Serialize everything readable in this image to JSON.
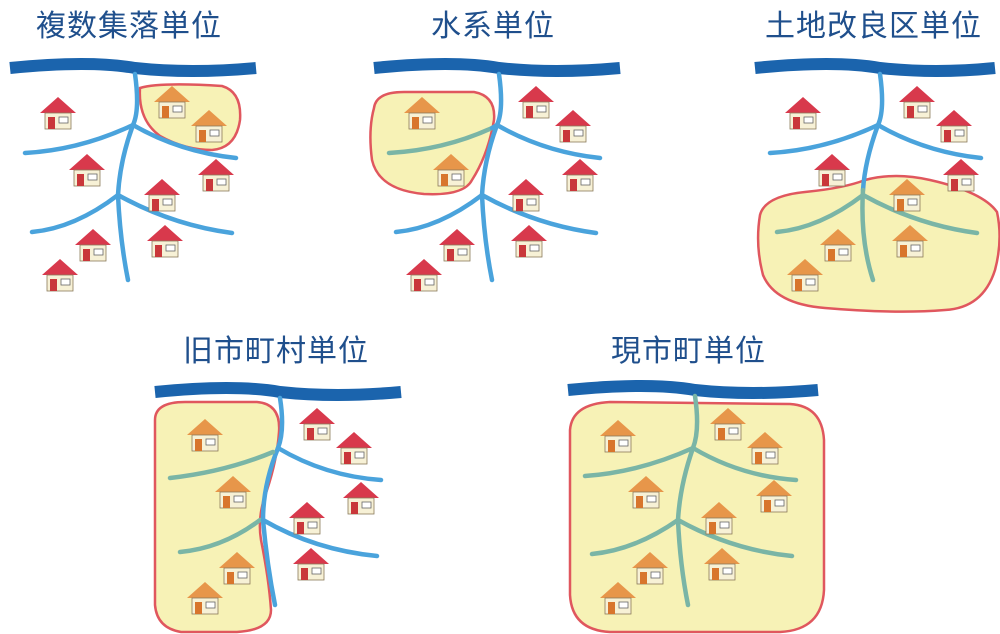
{
  "panels": [
    {
      "title": "複数集落単位"
    },
    {
      "title": "水系単位"
    },
    {
      "title": "土地改良区単位"
    },
    {
      "title": "旧市町村単位"
    },
    {
      "title": "現市町単位"
    }
  ],
  "colors": {
    "title": "#1f4f8c",
    "main_river": "#1b64ad",
    "branch": "#4aa3dc",
    "branch_in_zone": "#7ab5a6",
    "zone_fill": "#f7f2b6",
    "zone_stroke": "#e0575e",
    "roof_red": "#d8394c",
    "roof_orange": "#e7964a",
    "wall": "#f7f1d6",
    "door_red": "#c9373a",
    "door_orange": "#d8752c"
  }
}
